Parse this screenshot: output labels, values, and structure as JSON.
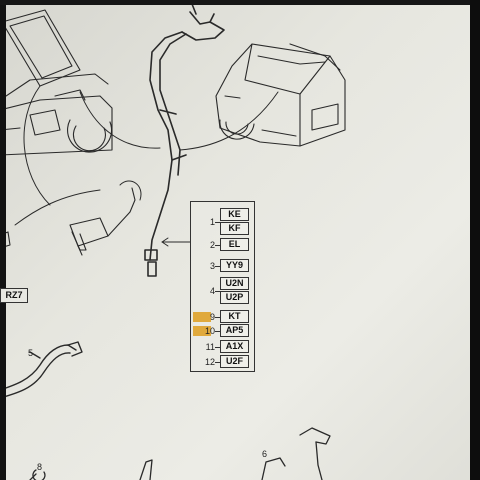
{
  "code_table": {
    "rows": [
      {
        "num": "1",
        "codes": [
          "KE",
          "KF"
        ]
      },
      {
        "num": "2",
        "codes": [
          "EL"
        ]
      },
      {
        "num": "3",
        "codes": [
          "YY9"
        ]
      },
      {
        "num": "4",
        "codes": [
          "U2N",
          "U2P"
        ]
      },
      {
        "num": "9",
        "codes": [
          "KT"
        ],
        "highlighted": true
      },
      {
        "num": "10",
        "codes": [
          "AP5"
        ],
        "highlighted": true
      },
      {
        "num": "11",
        "codes": [
          "A1X"
        ]
      },
      {
        "num": "12",
        "codes": [
          "U2F"
        ]
      }
    ]
  },
  "labels": {
    "rz7": "RZ7",
    "callout_5": "5",
    "callout_6": "6",
    "callout_8": "8"
  },
  "colors": {
    "highlight": "#e0a93c",
    "ink": "#222222"
  }
}
